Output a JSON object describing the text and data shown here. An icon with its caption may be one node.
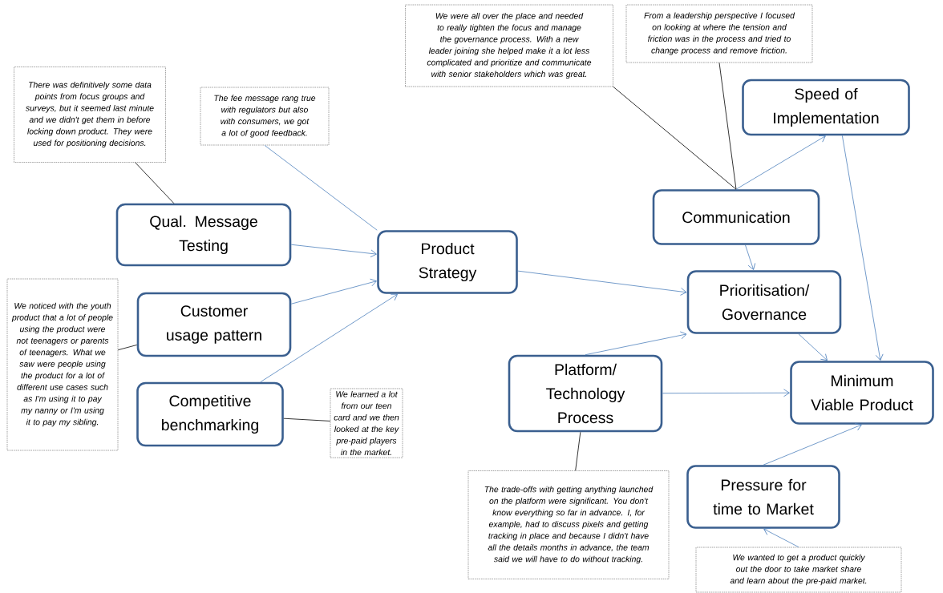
{
  "diagram": {
    "nodes": [
      {
        "text": [
          "There was definitively some data points from focus groups and surveys, but it seemed last minute and we didn't get them in before locking down product. They were used for positioning decisions."
        ]
      },
      {
        "text": [
          "The fee message rang true with regulators but also with consumers, we got a lot of good feedback."
        ]
      },
      {
        "text": [
          "We noticed with the youth product that a lot of people using the product were not teenagers or parents of teenagers. What we saw were people using the product for a lot of different use cases such as I'm using it to pay my nanny or I'm using it to pay my sibling."
        ]
      },
      {
        "text": [
          "Qual. Message Testing"
        ]
      },
      {
        "text": [
          "Customer usage pattern"
        ]
      },
      {
        "text": [
          "Competitive benchmarking"
        ]
      },
      {
        "text": [
          "We learned a lot from our teen card and we then looked at the key pre-paid players in the market."
        ]
      },
      {
        "text": [
          "Product Strategy"
        ]
      },
      {
        "text": [
          "We were all over the place and needed to really tighten the focus and manage the governance process. With a new leader joining she helped make it a lot less complicated and prioritize and communicate with senior stakeholders which was great."
        ]
      },
      {
        "text": [
          "From a leadership perspective I focused on looking at where the tension and friction was in the process and tried to change process and remove friction."
        ]
      },
      {
        "text": [
          "Speed of Implementation"
        ]
      },
      {
        "text": [
          "Communication"
        ]
      },
      {
        "text": [
          "Prioritisation/ Governance"
        ]
      },
      {
        "text": [
          "Platform/ Technology Process"
        ]
      },
      {
        "text": [
          "Minimum Viable Product"
        ]
      },
      {
        "text": [
          "The trade-offs with getting anything launched on the platform were significant. You don't know everything so far in advance. I, for example, had to discuss pixels and getting tracking in place and because I didn't have all the details months in advance, the team said we will have to do without tracking."
        ]
      },
      {
        "text": [
          "Pressure for time to Market"
        ]
      },
      {
        "text": [
          "We wanted to get a product quickly out the door to take market share and learn about the pre-paid market."
        ]
      }
    ],
    "edges": [
      {
        "from": 0,
        "to": 3,
        "arrow": "none",
        "color": "#000000"
      },
      {
        "from": 1,
        "to": 7,
        "arrow": "none"
      },
      {
        "from": 3,
        "to": 7,
        "arrow": "to"
      },
      {
        "from": 4,
        "to": 7,
        "arrow": "to"
      },
      {
        "from": 5,
        "to": 7,
        "arrow": "to"
      },
      {
        "from": 2,
        "to": 4,
        "arrow": "none",
        "color": "#000000"
      },
      {
        "from": 5,
        "to": 6,
        "arrow": "none",
        "color": "#000000"
      },
      {
        "from": 7,
        "to": 12,
        "arrow": "to"
      },
      {
        "from": 8,
        "to": 11,
        "arrow": "none",
        "color": "#000000"
      },
      {
        "from": 9,
        "to": 11,
        "arrow": "none",
        "color": "#000000"
      },
      {
        "from": 11,
        "to": 10,
        "arrow": "to"
      },
      {
        "from": 11,
        "to": 12,
        "arrow": "to"
      },
      {
        "from": 13,
        "to": 12,
        "arrow": "to"
      },
      {
        "from": 13,
        "to": 14,
        "arrow": "to"
      },
      {
        "from": 12,
        "to": 14,
        "arrow": "to"
      },
      {
        "from": 10,
        "to": 14,
        "arrow": "to"
      },
      {
        "from": 16,
        "to": 14,
        "arrow": "to"
      },
      {
        "from": 17,
        "to": 16,
        "arrow": "to"
      },
      {
        "from": 13,
        "to": 15,
        "arrow": "none",
        "color": "#000000"
      }
    ]
  }
}
